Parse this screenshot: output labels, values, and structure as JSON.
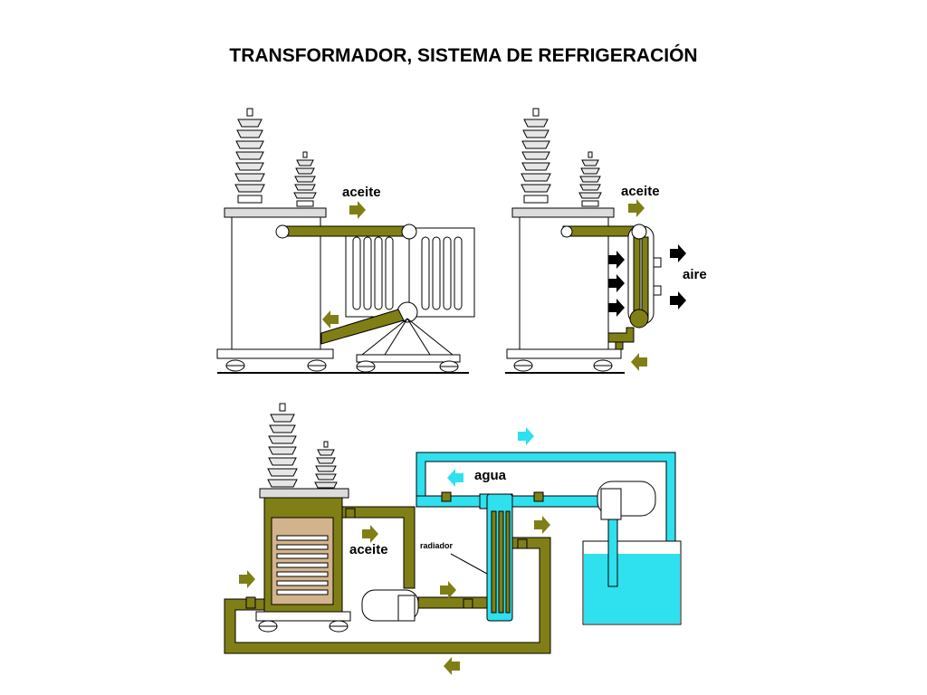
{
  "title": "TRANSFORMADOR, SISTEMA DE REFRIGERACIÓN",
  "labels": {
    "aceite": "aceite",
    "aire": "aire",
    "agua": "agua",
    "radiador": "radiador"
  },
  "colors": {
    "oil": "#7f7f16",
    "water": "#2fe0ee",
    "insulator": "#bfbfbf",
    "tank": "#ffffff",
    "outline": "#000000"
  },
  "icons": [
    "right-arrow-icon",
    "left-arrow-icon"
  ]
}
